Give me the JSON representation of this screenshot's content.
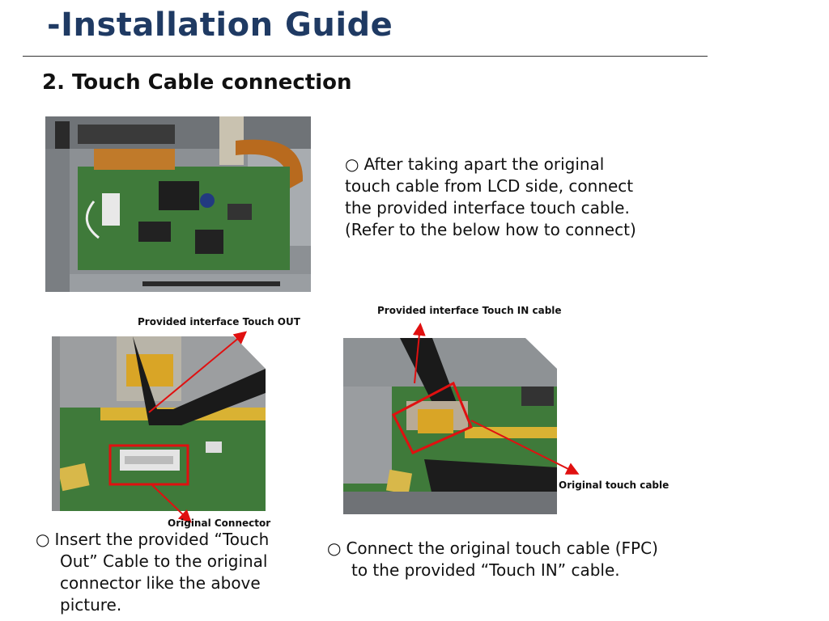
{
  "header": {
    "title": "-Installation Guide",
    "subtitle": "2. Touch Cable connection"
  },
  "intro": {
    "bullet": "○",
    "lines": [
      "After taking apart the original",
      "touch cable from LCD side, connect",
      "the provided interface touch cable.",
      "(Refer to the below how to connect)"
    ]
  },
  "labels": {
    "touch_out": "Provided interface Touch OUT",
    "touch_in": "Provided interface  Touch IN cable",
    "orig_connector": "Original Connector",
    "orig_cable": "Original touch cable"
  },
  "captions": {
    "left": {
      "bullet": "○",
      "lines": [
        "Insert the provided “Touch",
        "Out” Cable to the original",
        "connector like the above",
        "picture."
      ]
    },
    "right": {
      "bullet": "○",
      "lines": [
        "Connect the original touch cable (FPC)",
        "to the provided “Touch IN” cable."
      ]
    }
  },
  "colors": {
    "title": "#1f3a63",
    "annotation": "#e01010",
    "pcb": "#3f7a3a"
  }
}
